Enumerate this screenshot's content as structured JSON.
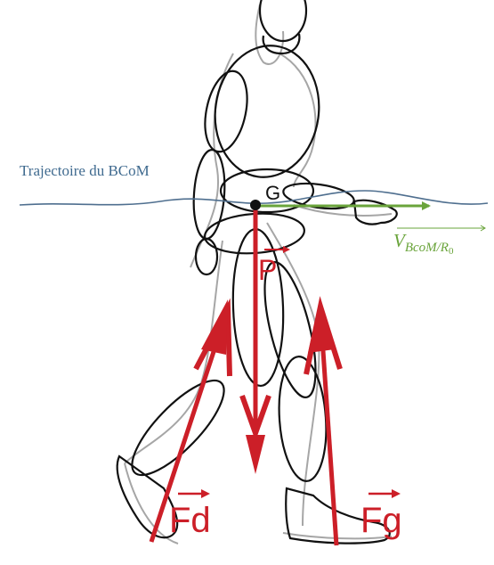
{
  "labels": {
    "trajectory": "Trajectoire du BCoM",
    "center_of_mass": "G",
    "weight": "P",
    "force_right": "Fd",
    "force_left": "Fg",
    "velocity_main": "V",
    "velocity_sub": "BcoM/R",
    "velocity_sub_index": "0"
  },
  "colors": {
    "force": "#cc1f28",
    "velocity": "#6aa43b",
    "trajectory": "#3f6a8f",
    "figure": "#111111",
    "figure_shadow": "#9a9a9a"
  }
}
